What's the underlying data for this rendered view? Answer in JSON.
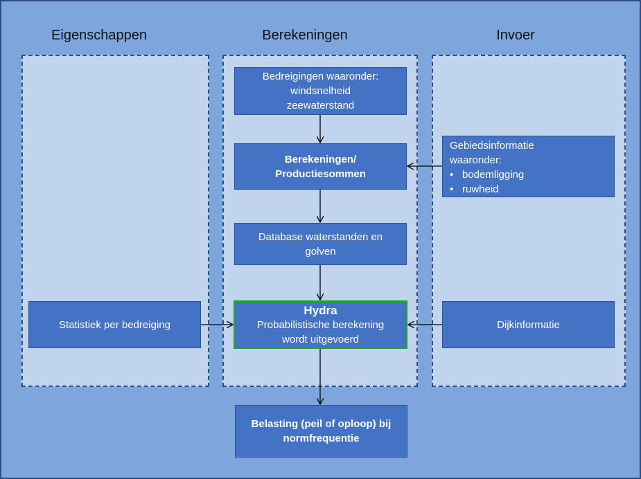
{
  "columns": {
    "left_title": "Eigenschappen",
    "middle_title": "Berekeningen",
    "right_title": "Invoer"
  },
  "boxes": {
    "threats": [
      "Bedreigingen waaronder:",
      "windsnelheid",
      "zeewaterstand"
    ],
    "calculations": [
      "Berekeningen/",
      "Productiesommen"
    ],
    "database": [
      "Database waterstanden en",
      "golven"
    ],
    "hydra_title": "Hydra",
    "hydra_lines": [
      "Probabilistische berekening",
      "wordt uitgevoerd"
    ],
    "result": [
      "Belasting (peil of oploop) bij",
      "normfrequentie"
    ],
    "area_info": {
      "heading": [
        "Gebiedsinformatie",
        "waaronder:"
      ],
      "bullets": [
        "bodemligging",
        "ruwheid"
      ]
    },
    "dike_info": "Dijkinformatie",
    "statistics": "Statistiek per bedreiging"
  }
}
